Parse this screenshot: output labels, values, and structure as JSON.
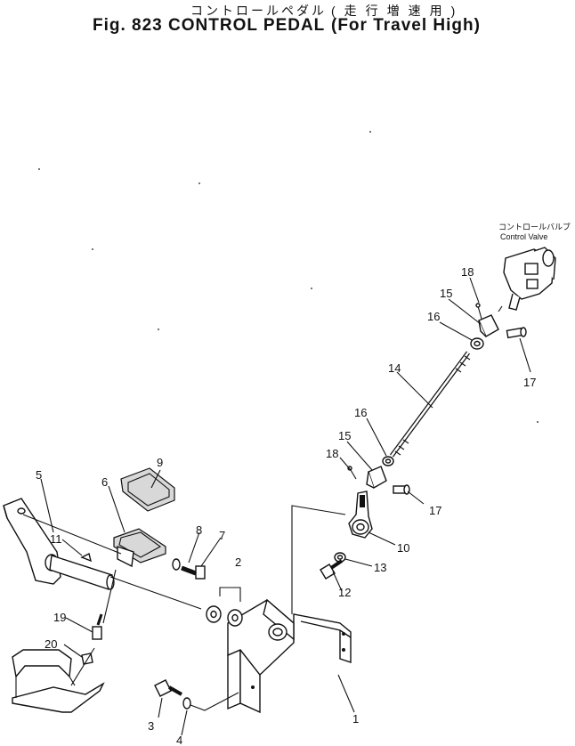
{
  "header": {
    "title_jp": "コントロールペダル",
    "title_en": "Fig. 823  CONTROL PEDAL",
    "paren_jp": "(走行増速用)",
    "paren_en": "(For Travel High)"
  },
  "valve": {
    "label_jp": "コントロールバルブ",
    "label_en": "Control Valve"
  },
  "callouts": [
    "1",
    "2",
    "3",
    "4",
    "5",
    "6",
    "7",
    "8",
    "9",
    "10",
    "11",
    "12",
    "13",
    "14",
    "15",
    "16",
    "17",
    "18",
    "19",
    "20",
    "18",
    "15",
    "16",
    "17"
  ]
}
